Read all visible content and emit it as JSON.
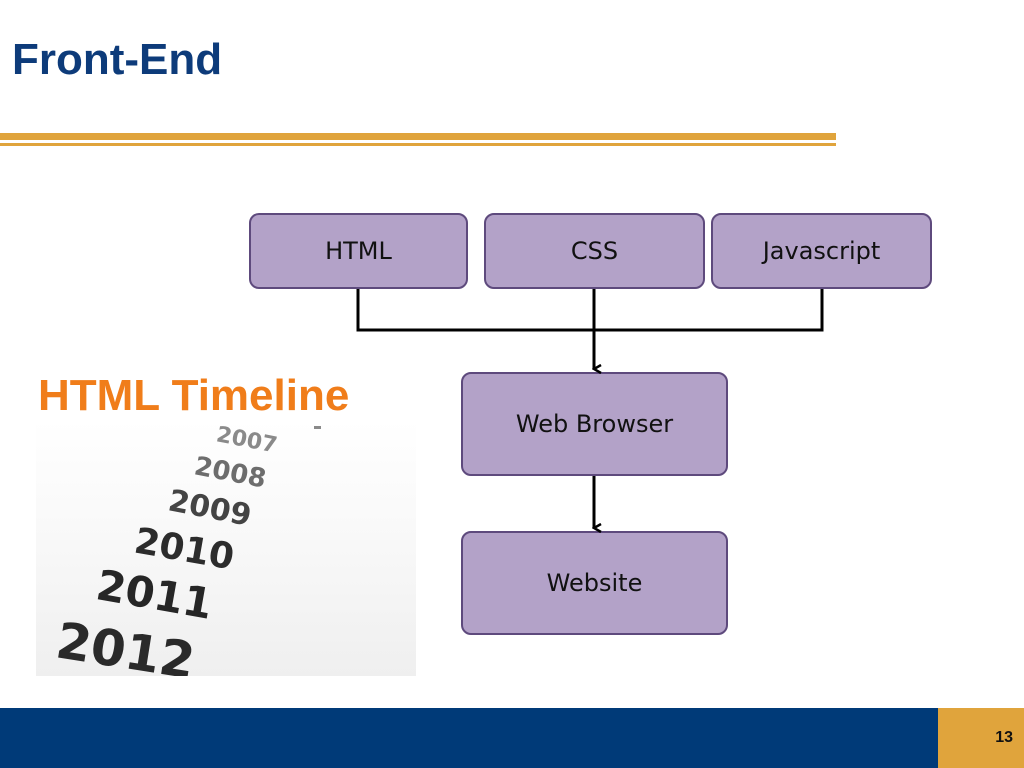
{
  "slide": {
    "title": "Front-End",
    "page_number": "13"
  },
  "diagram": {
    "sources": [
      "HTML",
      "CSS",
      "Javascript"
    ],
    "middle": "Web Browser",
    "output": "Website"
  },
  "timeline": {
    "heading": "HTML Timeline",
    "years": [
      "2007",
      "2008",
      "2009",
      "2010",
      "2011",
      "2012"
    ]
  },
  "colors": {
    "title": "#0d3b7a",
    "accent_gold": "#e0a43c",
    "box_fill": "#b3a2c8",
    "box_border": "#5e4a7d",
    "timeline_orange": "#f07d1a",
    "footer_blue": "#003a78"
  }
}
